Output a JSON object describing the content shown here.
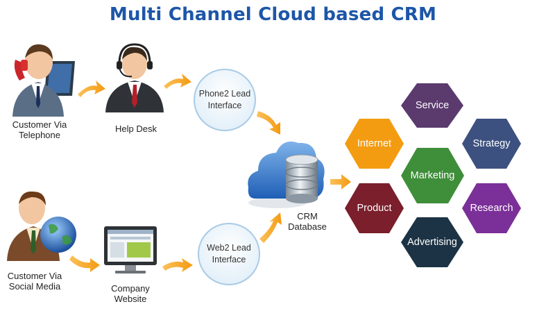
{
  "title": "Multi Channel Cloud based CRM",
  "nodes": {
    "customer_telephone": "Customer Via\nTelephone",
    "help_desk": "Help Desk",
    "phone2lead": "Phone2 Lead\nInterface",
    "customer_social": "Customer Via\nSocial Media",
    "company_website": "Company\nWebsite",
    "web2lead": "Web2 Lead\nInterface",
    "crm_database": "CRM\nDatabase"
  },
  "modules": {
    "service": "Service",
    "internet": "Internet",
    "strategy": "Strategy",
    "marketing": "Marketing",
    "product": "Product",
    "research": "Research",
    "advertising": "Advertising"
  },
  "colors": {
    "title": "#1d56a8",
    "arrow": "#f7a21b",
    "bubble_fill": "#eef6fc",
    "bubble_border": "#a9cbe6",
    "service": "#5b3a6e",
    "internet": "#f39c12",
    "strategy": "#3d5180",
    "marketing": "#3f8e3a",
    "product": "#7a1f2b",
    "research": "#7b2f98",
    "advertising": "#1c3345"
  },
  "icons": {
    "telephone_person": "person-with-phone-icon",
    "help_desk_person": "headset-agent-icon",
    "social_person": "person-with-globe-icon",
    "website": "monitor-website-icon",
    "database": "cloud-database-icon"
  }
}
